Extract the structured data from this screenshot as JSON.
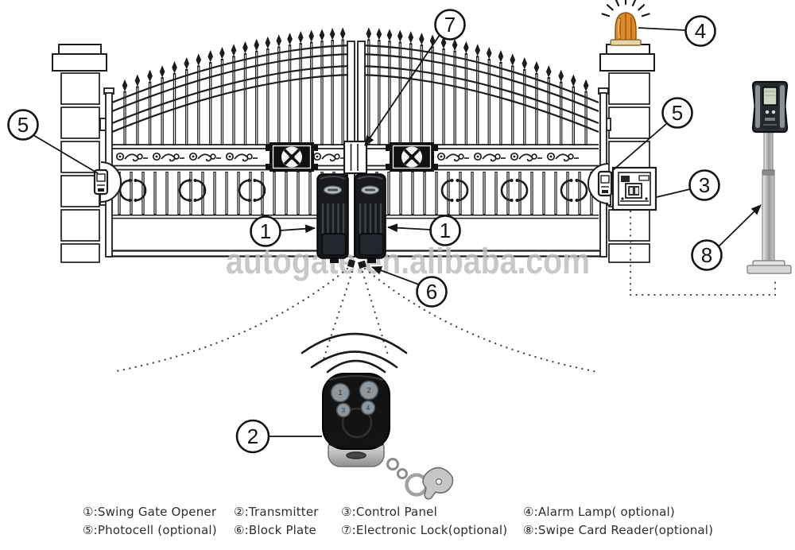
{
  "watermark": "autogate.en.alibaba.com",
  "callouts": {
    "c1_left": {
      "num": "1"
    },
    "c1_right": {
      "num": "1"
    },
    "c2": {
      "num": "2"
    },
    "c3": {
      "num": "3"
    },
    "c4": {
      "num": "4"
    },
    "c5_left": {
      "num": "5"
    },
    "c5_right": {
      "num": "5"
    },
    "c6": {
      "num": "6"
    },
    "c7": {
      "num": "7"
    },
    "c8": {
      "num": "8"
    }
  },
  "remote": {
    "buttons": [
      "1",
      "2",
      "3",
      "4"
    ]
  },
  "legend": {
    "items": [
      "①:Swing Gate Opener",
      "②:Transmitter",
      "③:Control Panel",
      "④:Alarm Lamp( optional)",
      "⑤:Photocell (optional)",
      "⑥:Block Plate",
      "⑦:Electronic Lock(optional)",
      "⑧:Swipe Card Reader(optional)"
    ]
  },
  "colors": {
    "line": "#1c1c1c",
    "alarm_lamp": "#df8a2a",
    "lcd_screen": "#ccd6c0",
    "watermark": "#bfbfbf",
    "pole": "#b5b5b5",
    "remote_button": "#8f969c"
  }
}
